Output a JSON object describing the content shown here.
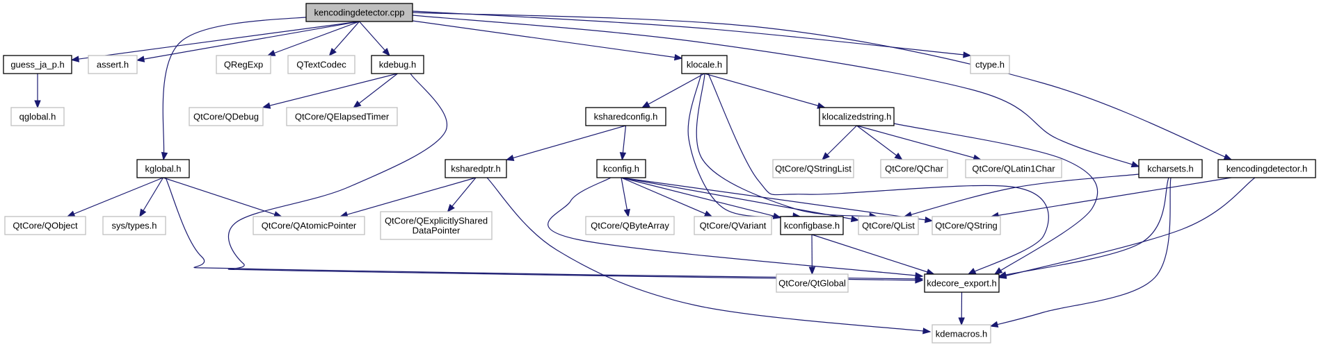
{
  "graph": {
    "title": "kencodingdetector.cpp include dependency graph",
    "colors": {
      "edge": "#191970",
      "main_fill": "#bfbfbf",
      "documented_border": "#000000",
      "external_border": "#bfbfbf"
    },
    "nodes": [
      {
        "id": "kencodingdetector_cpp",
        "label": "kencodingdetector.cpp",
        "kind": "main"
      },
      {
        "id": "guess_ja_p_h",
        "label": "guess_ja_p.h",
        "kind": "documented"
      },
      {
        "id": "assert_h",
        "label": "assert.h",
        "kind": "external"
      },
      {
        "id": "QRegExp",
        "label": "QRegExp",
        "kind": "external"
      },
      {
        "id": "QTextCodec",
        "label": "QTextCodec",
        "kind": "external"
      },
      {
        "id": "kdebug_h",
        "label": "kdebug.h",
        "kind": "documented"
      },
      {
        "id": "klocale_h",
        "label": "klocale.h",
        "kind": "documented"
      },
      {
        "id": "ctype_h",
        "label": "ctype.h",
        "kind": "external"
      },
      {
        "id": "qglobal_h",
        "label": "qglobal.h",
        "kind": "external"
      },
      {
        "id": "QDebug",
        "label": "QtCore/QDebug",
        "kind": "external"
      },
      {
        "id": "QElapsedTimer",
        "label": "QtCore/QElapsedTimer",
        "kind": "external"
      },
      {
        "id": "ksharedconfig_h",
        "label": "ksharedconfig.h",
        "kind": "documented"
      },
      {
        "id": "klocalizedstring_h",
        "label": "klocalizedstring.h",
        "kind": "documented"
      },
      {
        "id": "kglobal_h",
        "label": "kglobal.h",
        "kind": "documented"
      },
      {
        "id": "ksharedptr_h",
        "label": "ksharedptr.h",
        "kind": "documented"
      },
      {
        "id": "kconfig_h",
        "label": "kconfig.h",
        "kind": "documented"
      },
      {
        "id": "QStringList",
        "label": "QtCore/QStringList",
        "kind": "external"
      },
      {
        "id": "QChar",
        "label": "QtCore/QChar",
        "kind": "external"
      },
      {
        "id": "QLatin1Char",
        "label": "QtCore/QLatin1Char",
        "kind": "external"
      },
      {
        "id": "kcharsets_h",
        "label": "kcharsets.h",
        "kind": "documented"
      },
      {
        "id": "kencodingdetector_h",
        "label": "kencodingdetector.h",
        "kind": "documented"
      },
      {
        "id": "QObject",
        "label": "QtCore/QObject",
        "kind": "external"
      },
      {
        "id": "sys_types_h",
        "label": "sys/types.h",
        "kind": "external"
      },
      {
        "id": "QAtomicPointer",
        "label": "QtCore/QAtomicPointer",
        "kind": "external"
      },
      {
        "id": "QExplicitlySharedDataPointer",
        "label": "QtCore/QExplicitlyShared\nDataPointer",
        "kind": "external"
      },
      {
        "id": "QByteArray",
        "label": "QtCore/QByteArray",
        "kind": "external"
      },
      {
        "id": "QVariant",
        "label": "QtCore/QVariant",
        "kind": "external"
      },
      {
        "id": "kconfigbase_h",
        "label": "kconfigbase.h",
        "kind": "documented"
      },
      {
        "id": "QList",
        "label": "QtCore/QList",
        "kind": "external"
      },
      {
        "id": "QString",
        "label": "QtCore/QString",
        "kind": "external"
      },
      {
        "id": "QtGlobal",
        "label": "QtCore/QtGlobal",
        "kind": "external"
      },
      {
        "id": "kdecore_export_h",
        "label": "kdecore_export.h",
        "kind": "documented"
      },
      {
        "id": "kdemacros_h",
        "label": "kdemacros.h",
        "kind": "external"
      }
    ],
    "edges": [
      [
        "kencodingdetector_cpp",
        "guess_ja_p_h"
      ],
      [
        "kencodingdetector_cpp",
        "assert_h"
      ],
      [
        "kencodingdetector_cpp",
        "QRegExp"
      ],
      [
        "kencodingdetector_cpp",
        "QTextCodec"
      ],
      [
        "kencodingdetector_cpp",
        "kdebug_h"
      ],
      [
        "kencodingdetector_cpp",
        "klocale_h"
      ],
      [
        "kencodingdetector_cpp",
        "ctype_h"
      ],
      [
        "kencodingdetector_cpp",
        "kglobal_h"
      ],
      [
        "kencodingdetector_cpp",
        "kcharsets_h"
      ],
      [
        "kencodingdetector_cpp",
        "kencodingdetector_h"
      ],
      [
        "guess_ja_p_h",
        "qglobal_h"
      ],
      [
        "kdebug_h",
        "QDebug"
      ],
      [
        "kdebug_h",
        "QElapsedTimer"
      ],
      [
        "kdebug_h",
        "kdecore_export_h"
      ],
      [
        "klocale_h",
        "ksharedconfig_h"
      ],
      [
        "klocale_h",
        "klocalizedstring_h"
      ],
      [
        "klocale_h",
        "kconfigbase_h"
      ],
      [
        "klocale_h",
        "QList"
      ],
      [
        "klocale_h",
        "kdecore_export_h"
      ],
      [
        "ksharedconfig_h",
        "ksharedptr_h"
      ],
      [
        "ksharedconfig_h",
        "kconfig_h"
      ],
      [
        "klocalizedstring_h",
        "QStringList"
      ],
      [
        "klocalizedstring_h",
        "QChar"
      ],
      [
        "klocalizedstring_h",
        "QLatin1Char"
      ],
      [
        "klocalizedstring_h",
        "kdecore_export_h"
      ],
      [
        "kglobal_h",
        "QObject"
      ],
      [
        "kglobal_h",
        "sys_types_h"
      ],
      [
        "kglobal_h",
        "QAtomicPointer"
      ],
      [
        "kglobal_h",
        "kdecore_export_h"
      ],
      [
        "ksharedptr_h",
        "QAtomicPointer"
      ],
      [
        "ksharedptr_h",
        "QExplicitlySharedDataPointer"
      ],
      [
        "ksharedptr_h",
        "kdemacros_h"
      ],
      [
        "kconfig_h",
        "QByteArray"
      ],
      [
        "kconfig_h",
        "QVariant"
      ],
      [
        "kconfig_h",
        "kconfigbase_h"
      ],
      [
        "kconfig_h",
        "QList"
      ],
      [
        "kconfig_h",
        "QString"
      ],
      [
        "kconfig_h",
        "kdecore_export_h"
      ],
      [
        "kconfigbase_h",
        "QtGlobal"
      ],
      [
        "kconfigbase_h",
        "kdecore_export_h"
      ],
      [
        "kcharsets_h",
        "QList"
      ],
      [
        "kcharsets_h",
        "kdecore_export_h"
      ],
      [
        "kcharsets_h",
        "kdemacros_h"
      ],
      [
        "kencodingdetector_h",
        "QString"
      ],
      [
        "kencodingdetector_h",
        "kdecore_export_h"
      ],
      [
        "kdecore_export_h",
        "kdemacros_h"
      ]
    ]
  }
}
